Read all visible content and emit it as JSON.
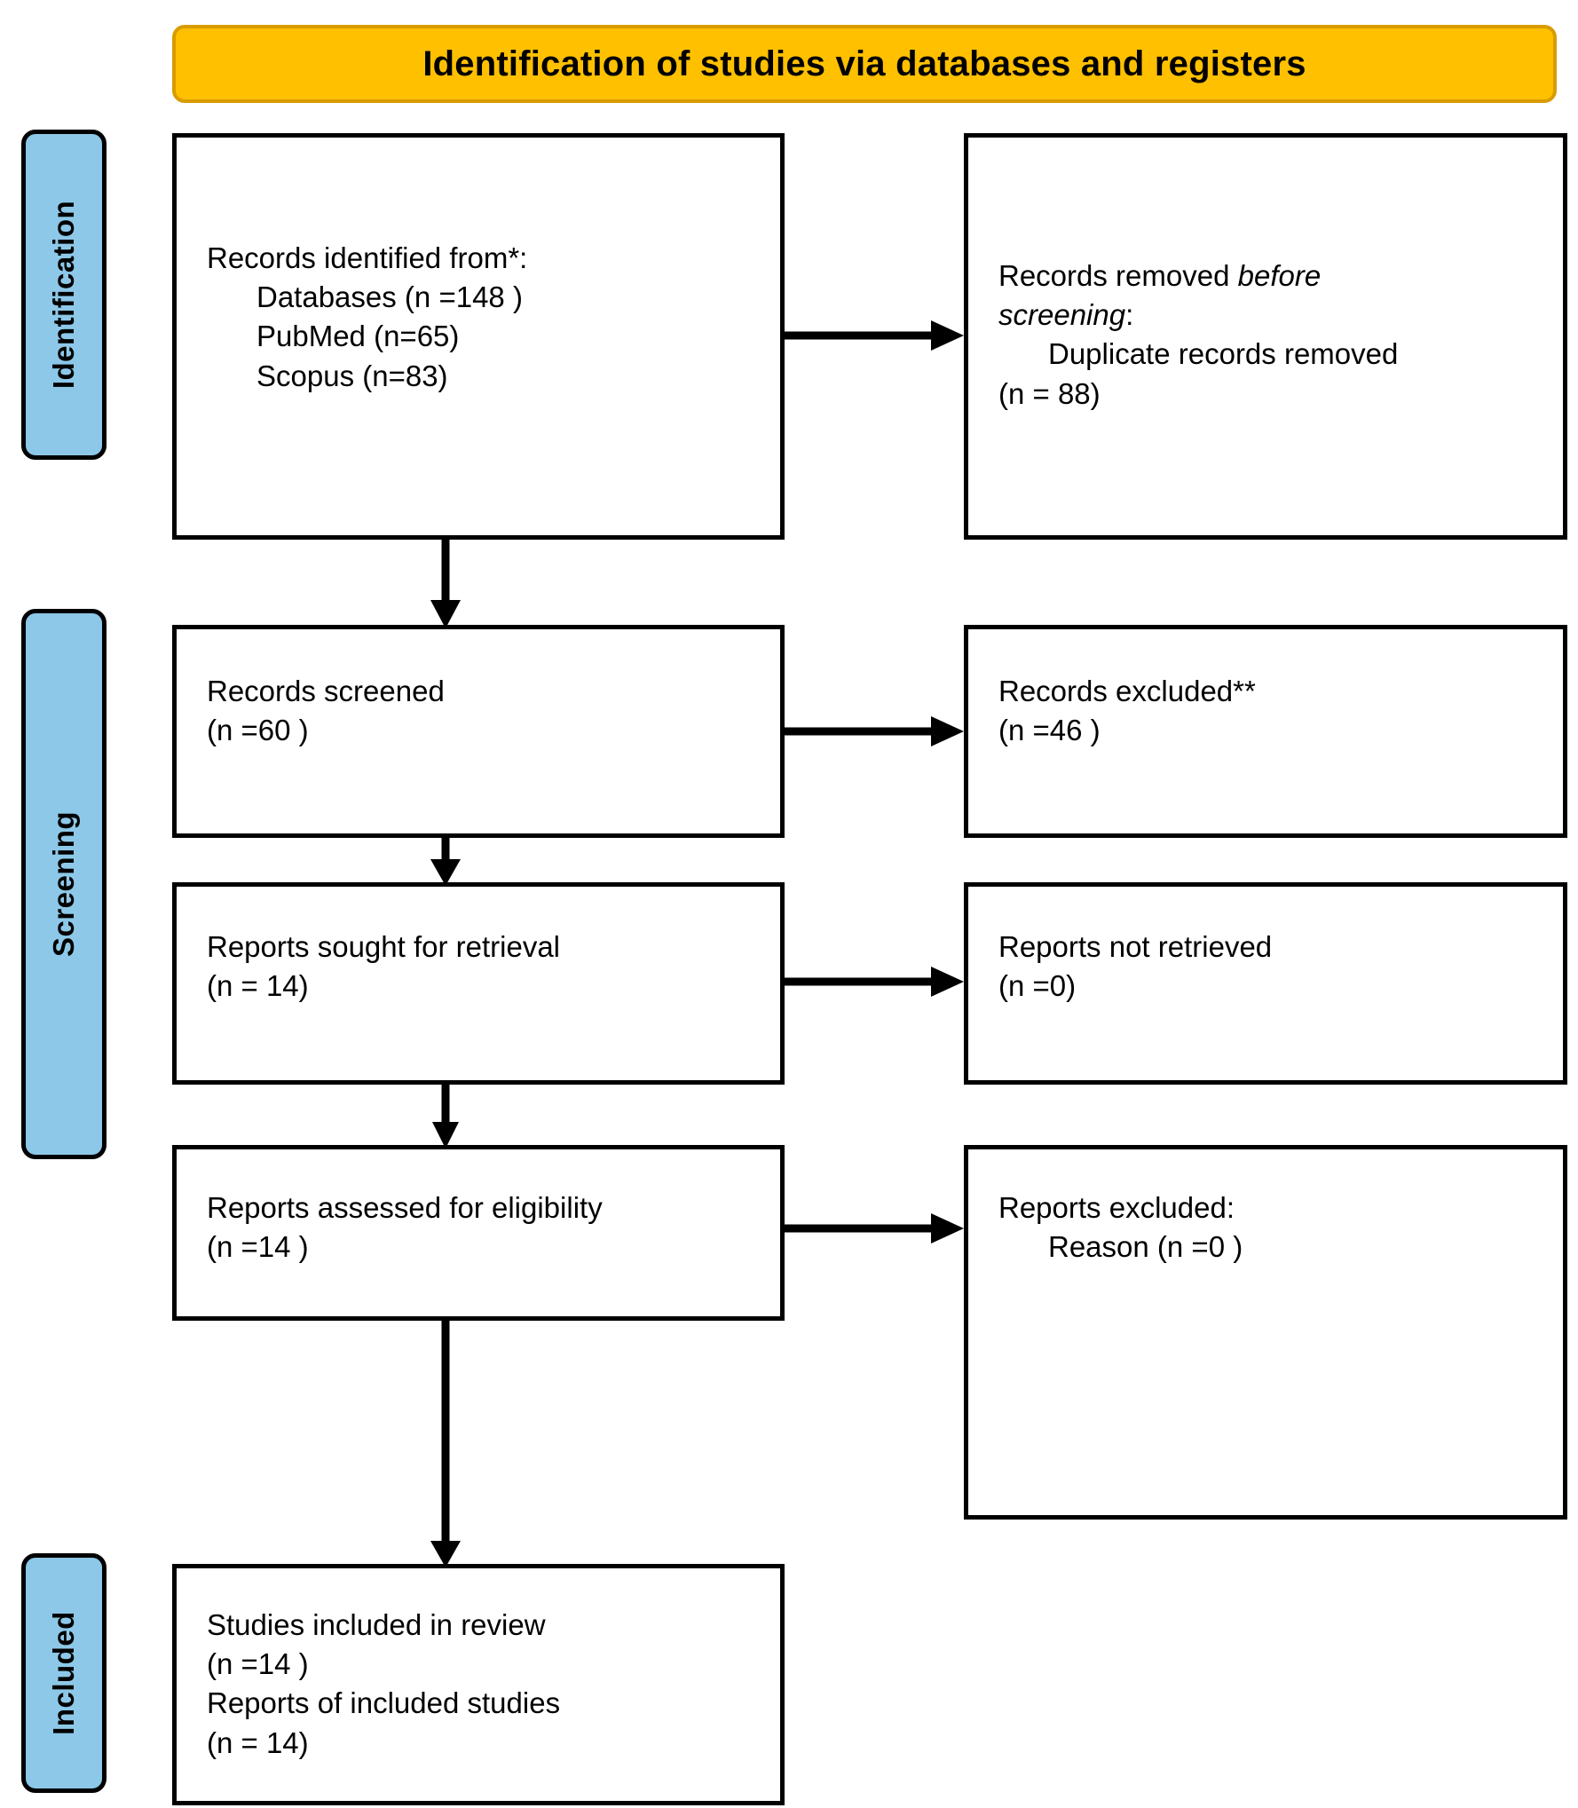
{
  "banner": {
    "title": "Identification of studies via databases and registers"
  },
  "stages": [
    {
      "key": "identification",
      "label": "Identification"
    },
    {
      "key": "screening",
      "label": "Screening"
    },
    {
      "key": "included",
      "label": "Included"
    }
  ],
  "boxes": {
    "identified": {
      "line1": "Records identified from*:",
      "line2": "Databases (n =148 )",
      "line3": "PubMed (n=65)",
      "line4": "Scopus (n=83)"
    },
    "removed": {
      "line1_plain": "Records removed ",
      "line1_italic": "before",
      "line2_italic": "screening",
      "line2_plain": ":",
      "line3": "Duplicate records removed",
      "line4": "(n = 88)"
    },
    "screened": {
      "line1": "Records screened",
      "line2": "(n =60 )"
    },
    "excluded": {
      "line1": "Records excluded**",
      "line2": "(n =46 )"
    },
    "sought": {
      "line1": "Reports sought for retrieval",
      "line2": "(n = 14)"
    },
    "not_retrieved": {
      "line1": "Reports not retrieved",
      "line2": "(n =0)"
    },
    "assessed": {
      "line1": "Reports assessed for eligibility",
      "line2": "(n =14 )"
    },
    "reports_excluded": {
      "line1": "Reports excluded:",
      "line2": "Reason (n =0 )"
    },
    "included": {
      "line1": "Studies included in review",
      "line2": "(n =14 )",
      "line3": "Reports of included studies",
      "line4": "(n = 14)"
    }
  },
  "colors": {
    "banner_fill": "#FFC000",
    "banner_border": "#D99B00",
    "stage_fill": "#8DC8E8",
    "stroke": "#000000",
    "box_fill": "#FFFFFF"
  },
  "chart_data": {
    "type": "diagram",
    "title": "Identification of studies via databases and registers",
    "nodes": [
      {
        "id": "identified",
        "stage": "Identification",
        "column": "left",
        "text": "Records identified from*: Databases (n =148 ); PubMed (n=65); Scopus (n=83)",
        "n": 148
      },
      {
        "id": "removed",
        "stage": "Identification",
        "column": "right",
        "text": "Records removed before screening: Duplicate records removed (n = 88)",
        "n": 88
      },
      {
        "id": "screened",
        "stage": "Screening",
        "column": "left",
        "text": "Records screened (n =60 )",
        "n": 60
      },
      {
        "id": "excluded",
        "stage": "Screening",
        "column": "right",
        "text": "Records excluded** (n =46 )",
        "n": 46
      },
      {
        "id": "sought",
        "stage": "Screening",
        "column": "left",
        "text": "Reports sought for retrieval (n = 14)",
        "n": 14
      },
      {
        "id": "not_retrieved",
        "stage": "Screening",
        "column": "right",
        "text": "Reports not retrieved (n =0)",
        "n": 0
      },
      {
        "id": "assessed",
        "stage": "Screening",
        "column": "left",
        "text": "Reports assessed for eligibility (n =14 )",
        "n": 14
      },
      {
        "id": "reports_excluded",
        "stage": "Screening",
        "column": "right",
        "text": "Reports excluded: Reason (n =0 )",
        "n": 0
      },
      {
        "id": "included",
        "stage": "Included",
        "column": "left",
        "text": "Studies included in review (n =14 ); Reports of included studies (n = 14)",
        "n": 14
      }
    ],
    "edges": [
      {
        "from": "identified",
        "to": "removed",
        "direction": "right"
      },
      {
        "from": "identified",
        "to": "screened",
        "direction": "down"
      },
      {
        "from": "screened",
        "to": "excluded",
        "direction": "right"
      },
      {
        "from": "screened",
        "to": "sought",
        "direction": "down"
      },
      {
        "from": "sought",
        "to": "not_retrieved",
        "direction": "right"
      },
      {
        "from": "sought",
        "to": "assessed",
        "direction": "down"
      },
      {
        "from": "assessed",
        "to": "reports_excluded",
        "direction": "right"
      },
      {
        "from": "assessed",
        "to": "included",
        "direction": "down"
      }
    ]
  }
}
